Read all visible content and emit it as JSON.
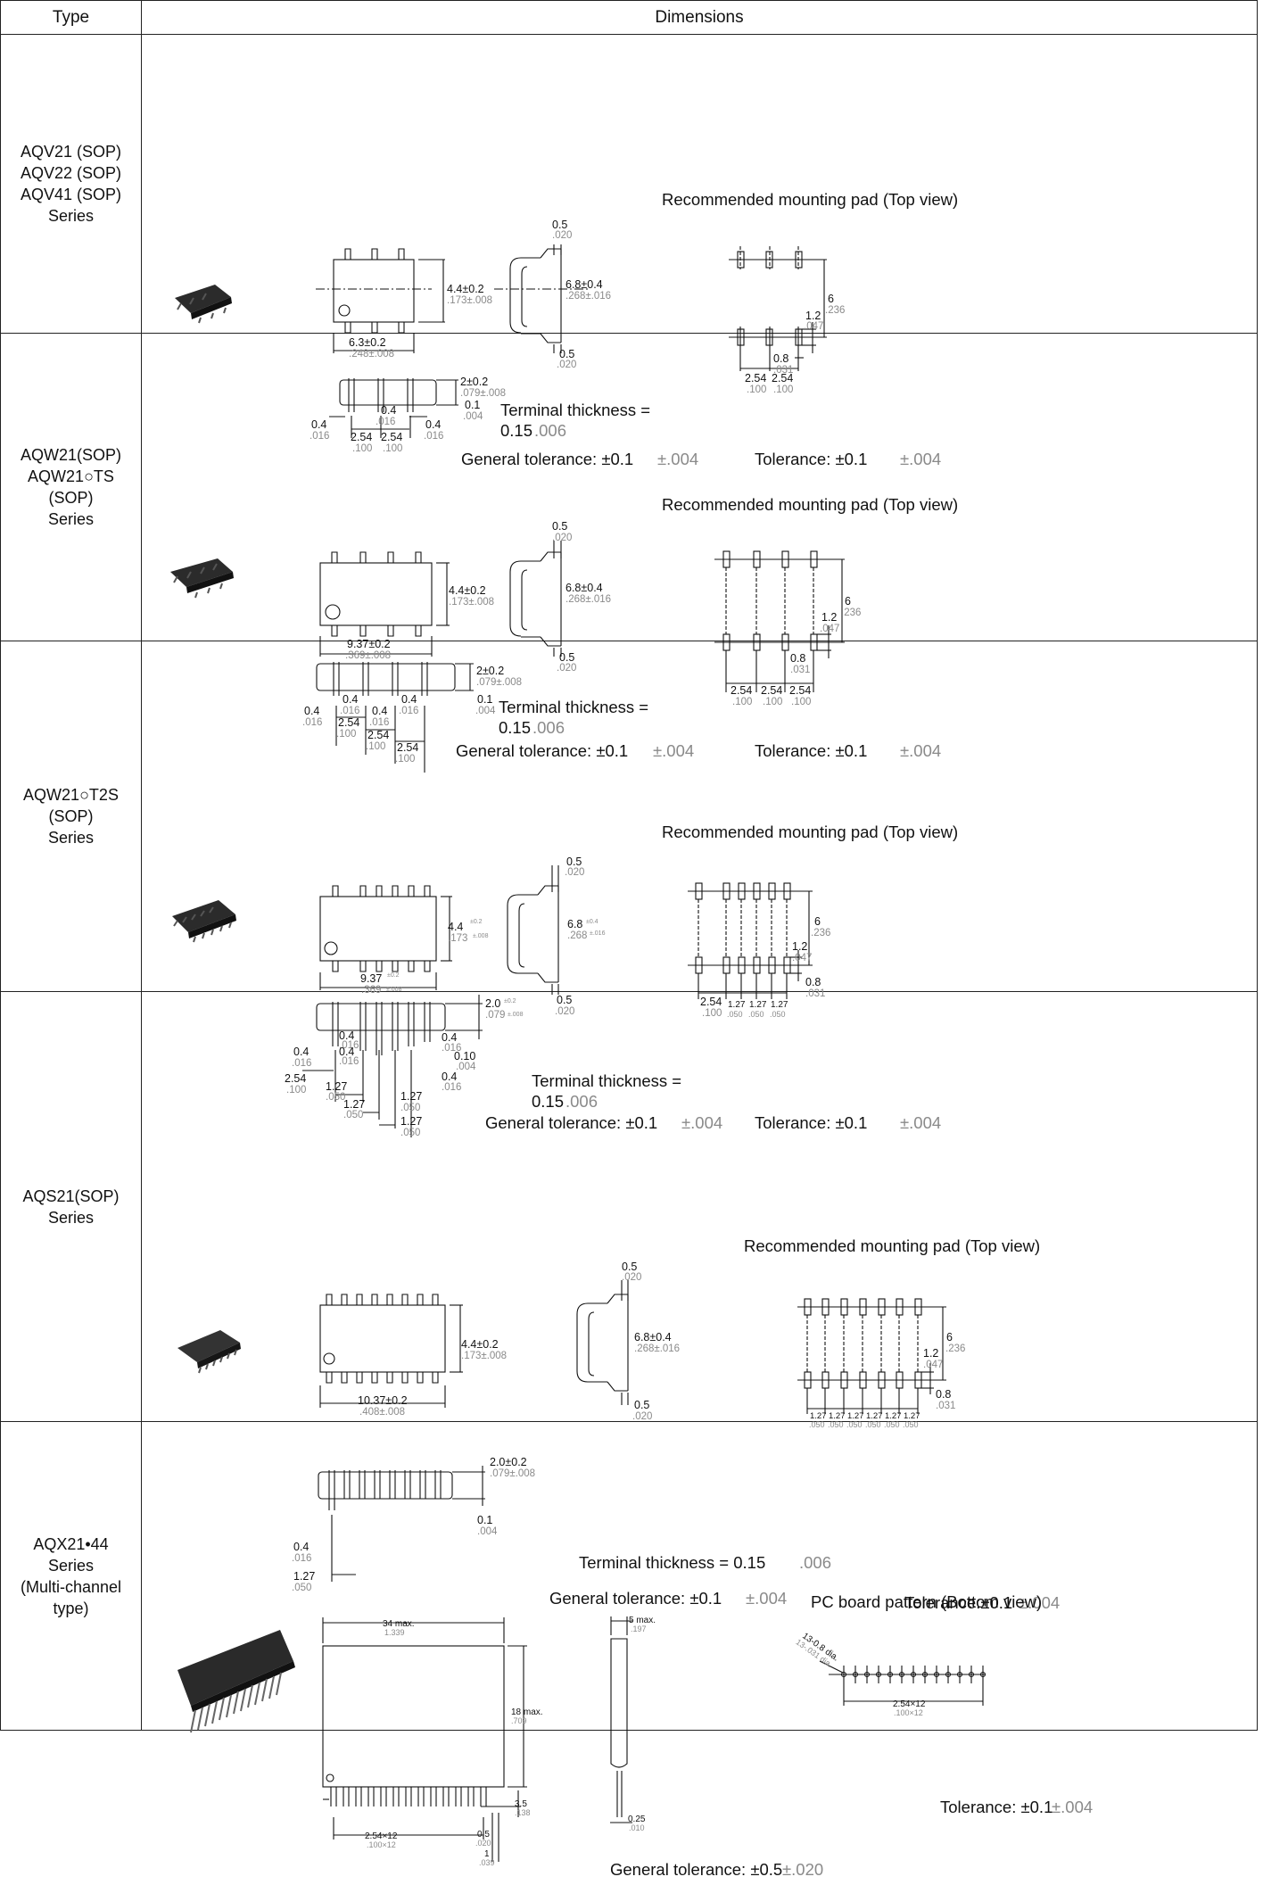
{
  "header": {
    "type_label": "Type",
    "dimensions_label": "Dimensions"
  },
  "rows": [
    {
      "type_lines": [
        "AQV21 (SOP)",
        "AQV22 (SOP)",
        "AQV41 (SOP)",
        "Series"
      ],
      "pad_title": "Recommended mounting pad (Top view)",
      "terminal_thickness_label": "Terminal thickness =",
      "terminal_thickness_mm": "0.15",
      "terminal_thickness_in": ".006",
      "general_tolerance_label": "General tolerance: ±0.1",
      "general_tolerance_in": "±.004",
      "tolerance_label": "Tolerance: ±0.1",
      "tolerance_in": "±.004",
      "dims": {
        "width": "4.4±0.2",
        "width_in": ".173±.008",
        "length": "6.3±0.2",
        "length_in": ".248±.008",
        "side_top": "0.5",
        "side_top_in": ".020",
        "side_height": "6.8±0.4",
        "side_height_in": ".268±.016",
        "side_bottom": "0.5",
        "side_bottom_in": ".020",
        "height": "2±0.2",
        "height_in": ".079±.008",
        "standoff": "0.1",
        "standoff_in": ".004",
        "lead_w": "0.4",
        "lead_w_in": ".016",
        "pitch": "2.54",
        "pitch_in": ".100",
        "pad_span": "6",
        "pad_span_in": ".236",
        "pad_len": "1.2",
        "pad_len_in": ".047",
        "pad_w": "0.8",
        "pad_w_in": ".031"
      }
    },
    {
      "type_lines": [
        "AQW21(SOP)",
        "AQW21○TS",
        "(SOP)",
        "Series"
      ],
      "pad_title": "Recommended mounting pad (Top view)",
      "terminal_thickness_label": "Terminal thickness =",
      "terminal_thickness_mm": "0.15",
      "terminal_thickness_in": ".006",
      "general_tolerance_label": "General tolerance: ±0.1",
      "general_tolerance_in": "±.004",
      "tolerance_label": "Tolerance: ±0.1",
      "tolerance_in": "±.004",
      "dims": {
        "width": "4.4±0.2",
        "width_in": ".173±.008",
        "length": "9.37±0.2",
        "length_in": ".369±.008",
        "side_top": "0.5",
        "side_top_in": ".020",
        "side_height": "6.8±0.4",
        "side_height_in": ".268±.016",
        "side_bottom": "0.5",
        "side_bottom_in": ".020",
        "height": "2±0.2",
        "height_in": ".079±.008",
        "standoff": "0.1",
        "standoff_in": ".004",
        "lead_w": "0.4",
        "lead_w_in": ".016",
        "pitch": "2.54",
        "pitch_in": ".100",
        "pad_span": "6",
        "pad_span_in": ".236",
        "pad_len": "1.2",
        "pad_len_in": ".047",
        "pad_w": "0.8",
        "pad_w_in": ".031"
      }
    },
    {
      "type_lines": [
        "AQW21○T2S",
        "(SOP)",
        "Series"
      ],
      "pad_title": "Recommended mounting pad (Top view)",
      "terminal_thickness_label": "Terminal thickness =",
      "terminal_thickness_mm": "0.15",
      "terminal_thickness_in": ".006",
      "general_tolerance_label": "General tolerance: ±0.1",
      "general_tolerance_in": "±.004",
      "tolerance_label": "Tolerance: ±0.1",
      "tolerance_in": "±.004",
      "dims": {
        "width": "4.4",
        "width_tol": "±0.2",
        "width_in": ".173",
        "width_in_tol": "±.008",
        "length": "9.37",
        "length_tol": "±0.2",
        "length_in": ".369",
        "length_in_tol": "±.008",
        "side_top": "0.5",
        "side_top_in": ".020",
        "side_height": "6.8",
        "side_height_tol": "±0.4",
        "side_height_in": ".268",
        "side_height_in_tol": "±.016",
        "side_bottom": "0.5",
        "side_bottom_in": ".020",
        "height": "2.0",
        "height_tol": "±0.2",
        "height_in": ".079",
        "height_in_tol": "±.008",
        "standoff": "0.10",
        "standoff_in": ".004",
        "lead_w": "0.4",
        "lead_w_in": ".016",
        "pitch_wide": "2.54",
        "pitch_wide_in": ".100",
        "pitch": "1.27",
        "pitch_in": ".050",
        "pad_span": "6",
        "pad_span_in": ".236",
        "pad_len": "1.2",
        "pad_len_in": ".047",
        "pad_w": "0.8",
        "pad_w_in": ".031"
      }
    },
    {
      "type_lines": [
        "AQS21(SOP)",
        "Series"
      ],
      "pad_title": "Recommended mounting pad (Top view)",
      "terminal_thickness_label": "Terminal thickness = 0.15",
      "terminal_thickness_in": ".006",
      "general_tolerance_label": "General tolerance: ±0.1",
      "general_tolerance_in": "±.004",
      "tolerance_label": "Tolerance:±0.1",
      "tolerance_in": "±.004",
      "dims": {
        "width": "4.4±0.2",
        "width_in": ".173±.008",
        "length": "10.37±0.2",
        "length_in": ".408±.008",
        "side_top": "0.5",
        "side_top_in": ".020",
        "side_height": "6.8±0.4",
        "side_height_in": ".268±.016",
        "side_bottom": "0.5",
        "side_bottom_in": ".020",
        "height": "2.0±0.2",
        "height_in": ".079±.008",
        "standoff": "0.1",
        "standoff_in": ".004",
        "lead_w": "0.4",
        "lead_w_in": ".016",
        "pitch": "1.27",
        "pitch_in": ".050",
        "pad_span": "6",
        "pad_span_in": ".236",
        "pad_len": "1.2",
        "pad_len_in": ".047",
        "pad_w": "0.8",
        "pad_w_in": ".031"
      }
    },
    {
      "type_lines": [
        "AQX21•44",
        "Series",
        "(Multi-channel",
        "type)"
      ],
      "pad_title": "PC board pattern (Bottom view)",
      "general_tolerance_label": "General tolerance: ±0.5",
      "general_tolerance_in": "±.020",
      "tolerance_label": "Tolerance: ±0.1",
      "tolerance_in": "±.004",
      "dims": {
        "length": "34 max.",
        "length_in": "1.339",
        "thick": "5 max.",
        "thick_in": ".197",
        "height": "18 max.",
        "height_in": ".709",
        "lead_len": "3.5",
        "lead_len_in": ".138",
        "pitch_span": "2.54×12",
        "pitch_span_in": ".100×12",
        "lead_w": "0.5",
        "lead_w_in": ".020",
        "lead_t": "1",
        "lead_t_in": ".039",
        "lead_thick": "0.25",
        "lead_thick_in": ".010",
        "hole_dia": "13-0.8 dia.",
        "hole_dia_in": "13-.031 dia."
      }
    }
  ]
}
